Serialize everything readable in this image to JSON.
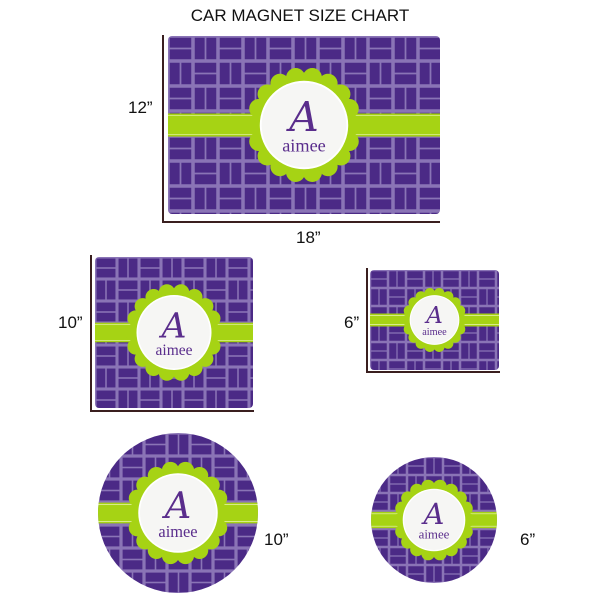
{
  "title": "CAR MAGNET SIZE CHART",
  "monogram": {
    "initial": "A",
    "name": "aimee"
  },
  "colors": {
    "purple_dark": "#4b2a86",
    "purple_light": "#8a74b6",
    "lime": "#a6d314",
    "cream": "#f6f6f4",
    "text_purple": "#5a2d8c"
  },
  "magnets": [
    {
      "shape": "rectangle",
      "height_label": "12”",
      "width_label": "18”"
    },
    {
      "shape": "square",
      "size_label": "10”"
    },
    {
      "shape": "square",
      "size_label": "6”"
    },
    {
      "shape": "circle",
      "size_label": "10”"
    },
    {
      "shape": "circle",
      "size_label": "6”"
    }
  ]
}
